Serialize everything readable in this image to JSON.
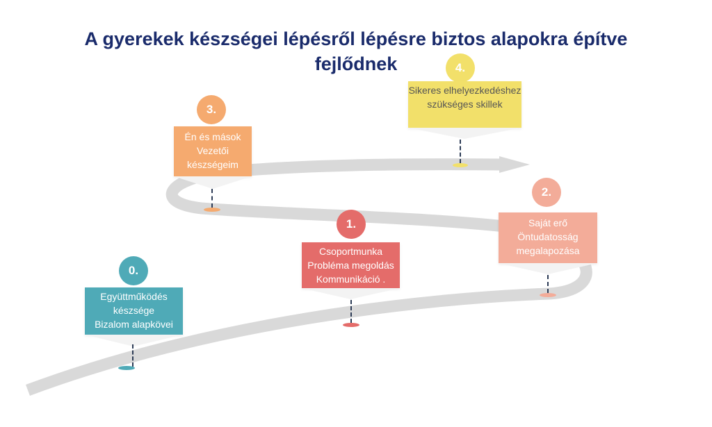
{
  "title": "A gyerekek készségei lépésről lépésre biztos alapokra építve fejlődnek",
  "colors": {
    "title": "#1a2b6b",
    "road": "#d9d9d9",
    "step0": "#4faab7",
    "step1": "#e46c6a",
    "step2": "#f3ac99",
    "step3": "#f5aa6f",
    "step4": "#f2e06a"
  },
  "steps": [
    {
      "number": "0.",
      "lines": [
        "Együttműködés",
        "készsége",
        "Bizalom alapkövei"
      ]
    },
    {
      "number": "1.",
      "lines": [
        "Csoportmunka",
        "Probléma megoldás",
        "Kommunikáció ."
      ]
    },
    {
      "number": "2.",
      "lines": [
        "Saját erő",
        "Öntudatosság",
        "megalapozása"
      ]
    },
    {
      "number": "3.",
      "lines": [
        "Én és mások",
        "Vezetői",
        "készségeim"
      ]
    },
    {
      "number": "4.",
      "lines": [
        "Sikeres elhelyezkedéshez",
        "szükséges skillek"
      ]
    }
  ]
}
